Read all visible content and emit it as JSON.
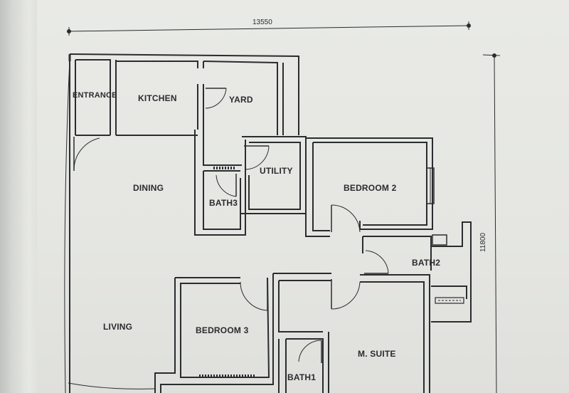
{
  "floor_plan": {
    "dimensions": {
      "width_label": "13550",
      "height_label": "11800"
    },
    "rooms": {
      "entrance": "ENTRANCE",
      "kitchen": "KITCHEN",
      "yard": "YARD",
      "dining": "DINING",
      "utility": "UTILITY",
      "bath3": "BATH3",
      "bedroom2": "BEDROOM 2",
      "bath2": "BATH2",
      "living": "LIVING",
      "bedroom3": "BEDROOM 3",
      "m_suite": "M. SUITE",
      "bath1": "BATH1"
    },
    "colors": {
      "paper": "#e7e8e4",
      "ink": "#2a2c2e"
    }
  }
}
